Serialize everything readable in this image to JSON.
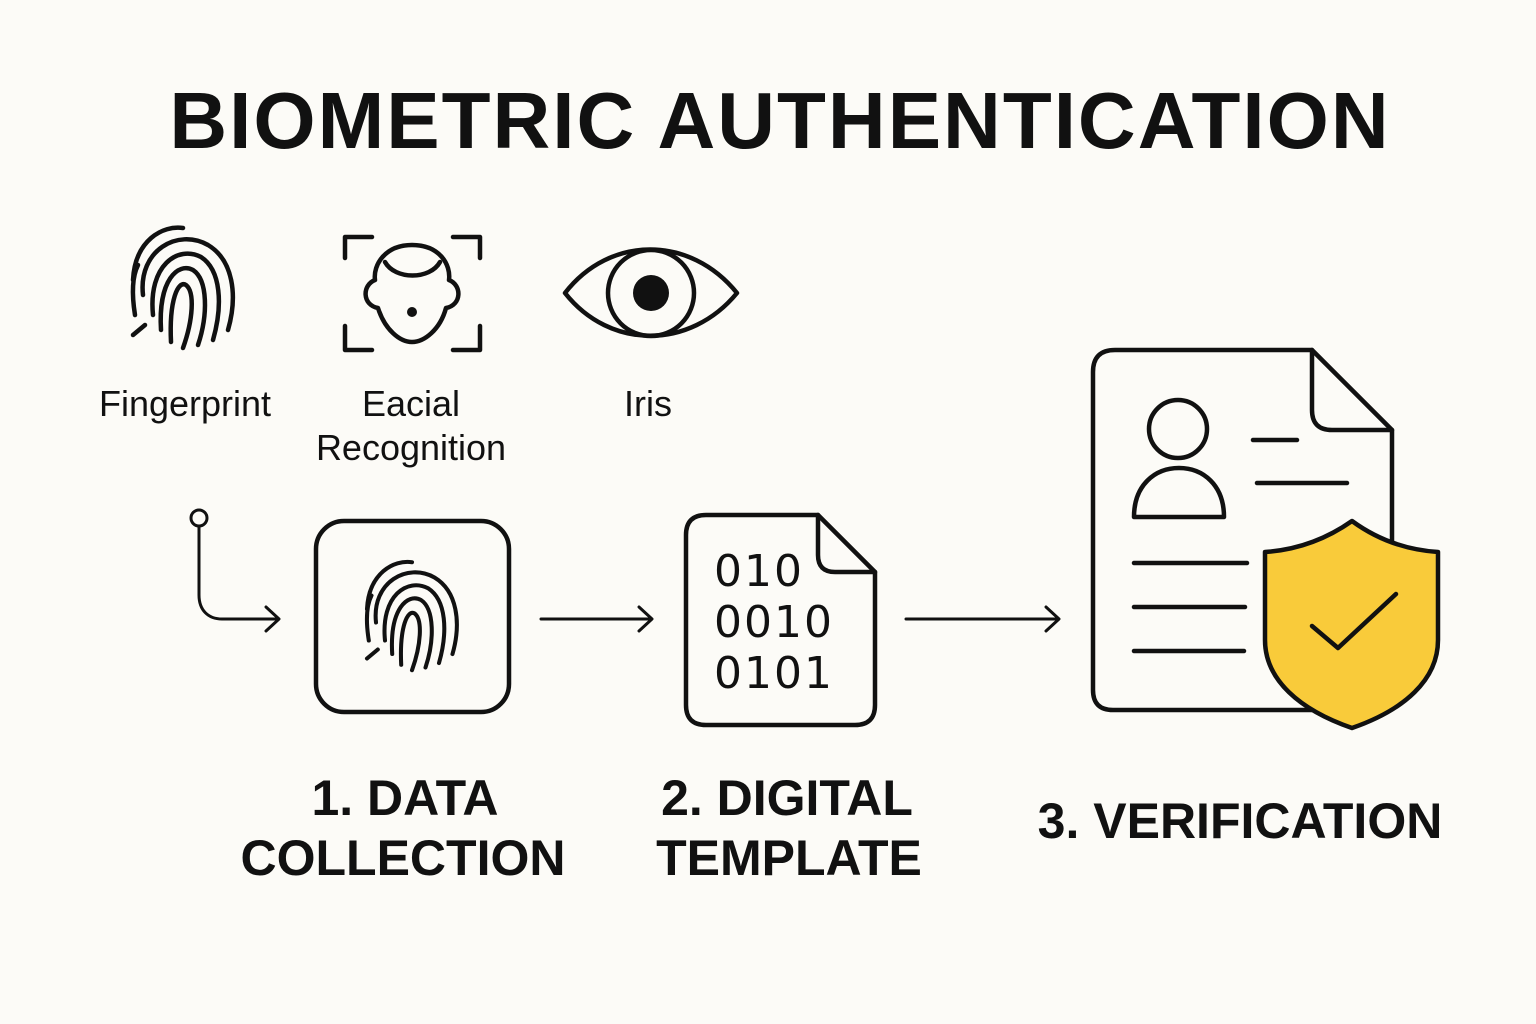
{
  "title": "BIOMETRIC AUTHENTICATION",
  "modalities": [
    {
      "label": "Fingerprint",
      "icon": "fingerprint-icon"
    },
    {
      "label_line1": "Eacial",
      "label_line2": "Recognition",
      "icon": "face-scan-icon"
    },
    {
      "label": "Iris",
      "icon": "eye-icon"
    }
  ],
  "steps": [
    {
      "line1": "1. DATA",
      "line2": "COLLECTION"
    },
    {
      "line1": "2. DIGITAL",
      "line2": "TEMPLATE"
    },
    {
      "line1": "3. VERIFICATION"
    }
  ],
  "template_binary": [
    "010",
    "0010",
    "0101"
  ],
  "colors": {
    "background": "#fcfbf7",
    "shield": "#f9cb3a",
    "stroke": "#111111"
  }
}
